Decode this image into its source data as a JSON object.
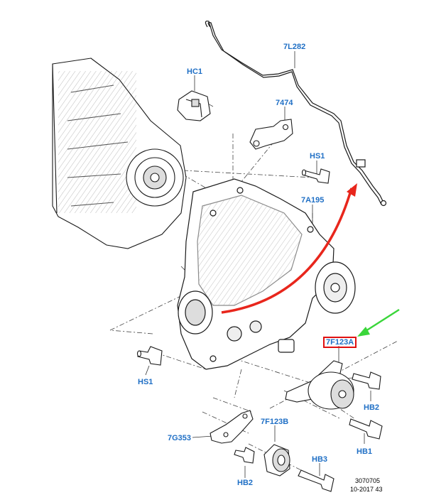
{
  "callouts": {
    "c7L282": "7L282",
    "cHC1": "HC1",
    "c7474": "7474",
    "cHS1a": "HS1",
    "c7A195": "7A195",
    "c7F123A": "7F123A",
    "cHS1b": "HS1",
    "cHB2a": "HB2",
    "c7F123B": "7F123B",
    "c7G353": "7G353",
    "cHB1": "HB1",
    "cHB3": "HB3",
    "cHB2b": "HB2"
  },
  "footer": {
    "figure_number": "3070705",
    "date_code": "10-2017 43"
  },
  "colors": {
    "callout_text": "#1f6fc5",
    "highlight_box": "#e01010",
    "red_arrow": "#e8261c",
    "green_arrow": "#3ad63a",
    "line_art": "#1a1a1a"
  }
}
